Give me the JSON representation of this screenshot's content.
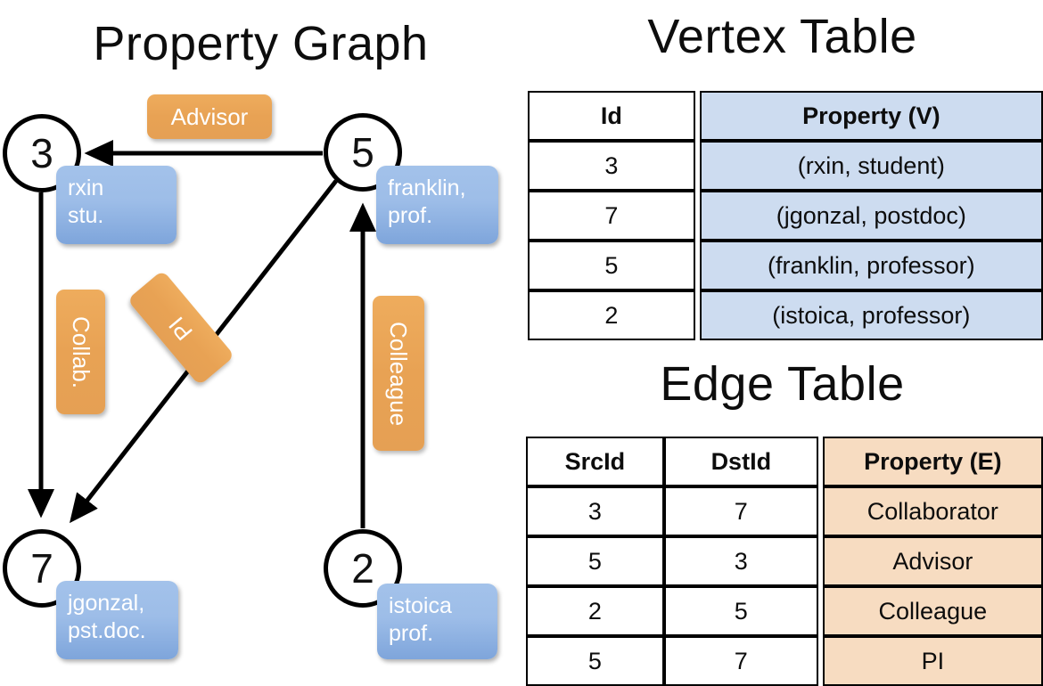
{
  "titles": {
    "property_graph": "Property Graph",
    "vertex_table": "Vertex Table",
    "edge_table": "Edge Table"
  },
  "colors": {
    "vertex_header_blue": "#CDDCF0",
    "edge_header_peach": "#F7DCC1",
    "badge_orange": "#E8A254",
    "property_blue": "#9DBDE8",
    "stroke": "#000000"
  },
  "graph": {
    "vertices": [
      {
        "id": "3",
        "property_lines": [
          "rxin",
          "stu."
        ]
      },
      {
        "id": "5",
        "property_lines": [
          "franklin,",
          "prof."
        ]
      },
      {
        "id": "7",
        "property_lines": [
          "jgonzal,",
          "pst.doc."
        ]
      },
      {
        "id": "2",
        "property_lines": [
          "istoica",
          "prof."
        ]
      }
    ],
    "edge_labels": [
      {
        "name": "advisor",
        "text": "Advisor"
      },
      {
        "name": "collab",
        "text": "Collab."
      },
      {
        "name": "pi",
        "text": "PI"
      },
      {
        "name": "colleague",
        "text": "Colleague"
      }
    ]
  },
  "vertex_table": {
    "headers": [
      "Id",
      "Property (V)"
    ],
    "rows": [
      {
        "id": "3",
        "property": "(rxin, student)"
      },
      {
        "id": "7",
        "property": "(jgonzal, postdoc)"
      },
      {
        "id": "5",
        "property": "(franklin, professor)"
      },
      {
        "id": "2",
        "property": "(istoica, professor)"
      }
    ]
  },
  "edge_table": {
    "headers": [
      "SrcId",
      "DstId",
      "Property (E)"
    ],
    "rows": [
      {
        "src": "3",
        "dst": "7",
        "property": "Collaborator"
      },
      {
        "src": "5",
        "dst": "3",
        "property": "Advisor"
      },
      {
        "src": "2",
        "dst": "5",
        "property": "Colleague"
      },
      {
        "src": "5",
        "dst": "7",
        "property": "PI"
      }
    ]
  }
}
